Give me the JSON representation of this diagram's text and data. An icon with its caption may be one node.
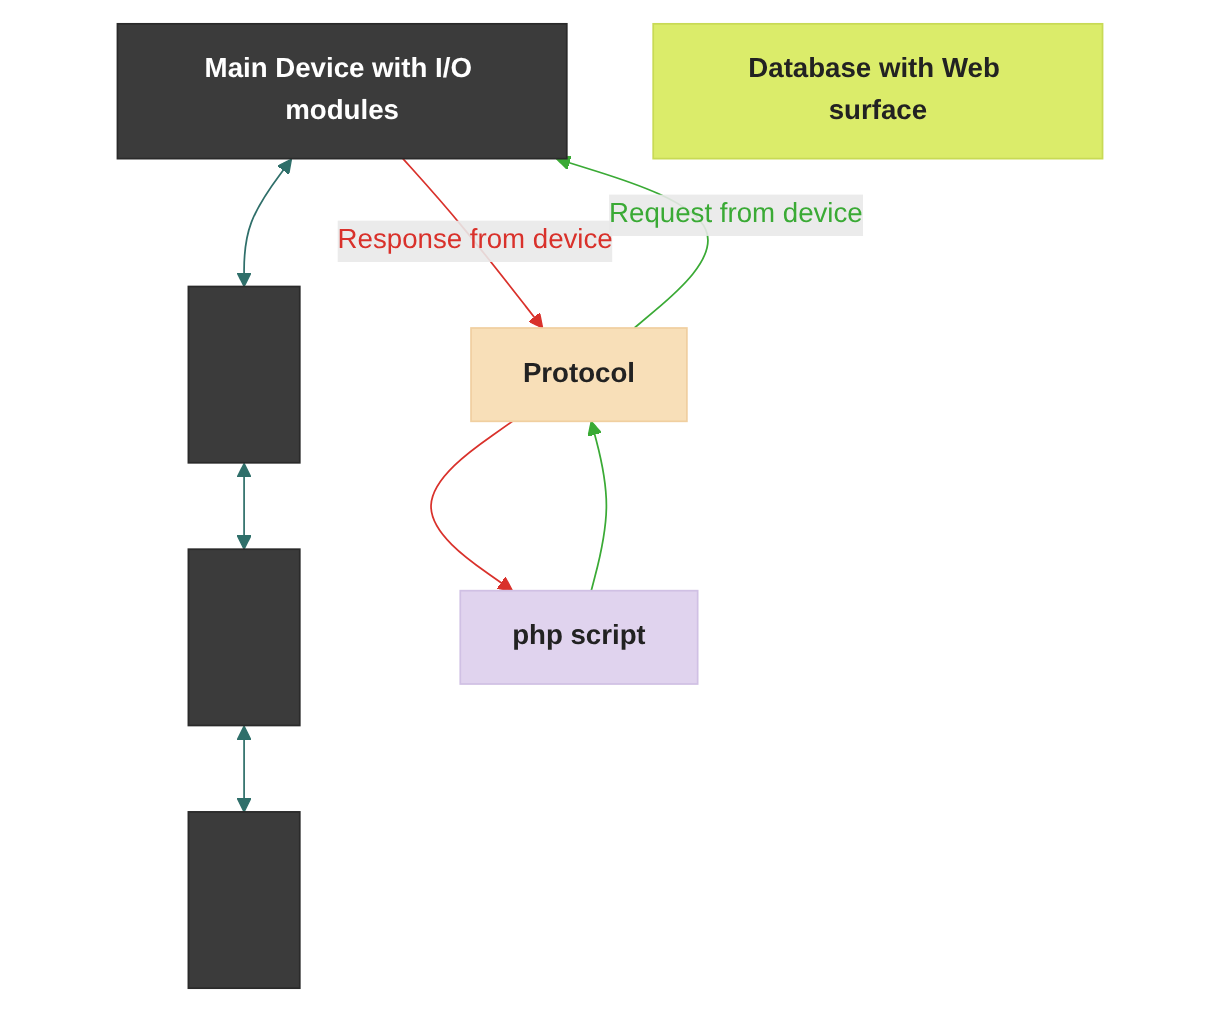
{
  "diagram": {
    "nodes": [
      {
        "text": [
          "Main Device with I/O modules"
        ]
      },
      {
        "text": [],
        "shape": "box"
      },
      {
        "text": [],
        "shape": "box"
      },
      {
        "text": [],
        "shape": "box"
      },
      {
        "text": [
          "Protocol"
        ]
      },
      {
        "text": [
          "php script"
        ]
      },
      {
        "text": [
          "Database with Web surface"
        ]
      }
    ],
    "edges": [
      {
        "from": 0,
        "to": 1,
        "arrow": "both",
        "color": "#2f6f6a"
      },
      {
        "from": 1,
        "to": 2,
        "arrow": "both",
        "color": "#2f6f6a"
      },
      {
        "from": 2,
        "to": 3,
        "arrow": "both",
        "color": "#2f6f6a"
      },
      {
        "from": 0,
        "to": 4,
        "arrow": "to",
        "label": "Response from device",
        "color": "#d9312b"
      },
      {
        "from": 4,
        "to": 0,
        "arrow": "to",
        "label": "Request from device",
        "color": "#3aaa35"
      },
      {
        "from": 4,
        "to": 5,
        "arrow": "to",
        "color": "#d9312b"
      },
      {
        "from": 5,
        "to": 4,
        "arrow": "to",
        "color": "#3aaa35"
      }
    ]
  }
}
